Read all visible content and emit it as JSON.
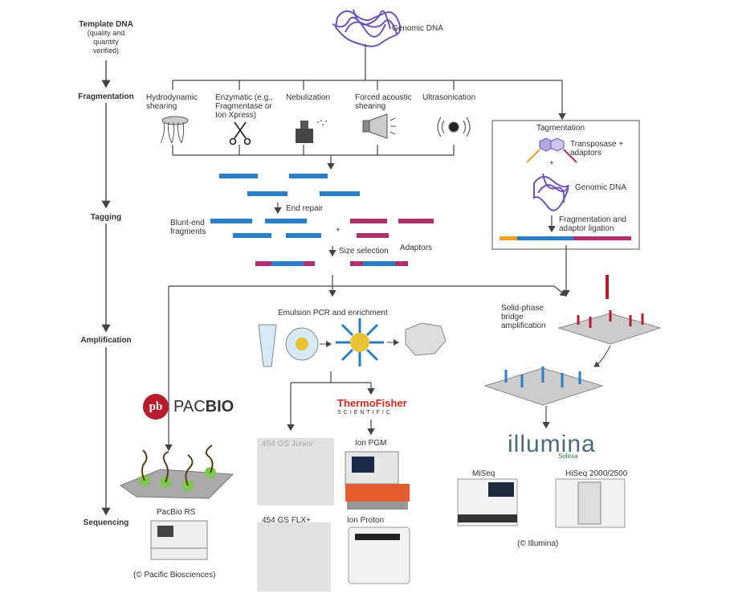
{
  "stages": {
    "template_title": "Template DNA",
    "template_sub": "(quality and quantity verified)",
    "fragmentation": "Fragmentation",
    "tagging": "Tagging",
    "amplification": "Amplification",
    "sequencing": "Sequencing"
  },
  "genomic_dna": "Genomic DNA",
  "fragmentation_methods": {
    "hydrodynamic": "Hydrodynamic shearing",
    "enzymatic": "Enzymatic (e.g., Fragmentase or Ion Xpress)",
    "nebulization": "Nebulization",
    "acoustic": "Forced acoustic shearing",
    "ultrasonication": "Ultrasonication"
  },
  "tagmentation": {
    "title": "Tagmentation",
    "transposase": "Transposase + adaptors",
    "plus": "+",
    "genomic_dna": "Genomic DNA",
    "fragmentation": "Fragmentation and adaptor ligation"
  },
  "tagging": {
    "end_repair": "End repair",
    "blunt_end": "Blunt-end fragments",
    "plus": "+",
    "adaptors": "Adaptors",
    "size_selection": "Size selection"
  },
  "amplification": {
    "emulsion": "Emulsion PCR and enrichment",
    "solid_phase": "Solid-phase bridge amplification"
  },
  "vendors": {
    "pacbio_initials": "pb",
    "pacbio_word_light": "PAC",
    "pacbio_word_bold": "BIO",
    "thermo": "ThermoFisher",
    "thermo_sub": "SCIENTIFIC",
    "illumina": "illumina",
    "solexa": "Solexa"
  },
  "instruments": {
    "gs_junior": "454 GS Junior",
    "gs_flx": "454 GS FLX+",
    "ion_pgm": "Ion PGM",
    "ion_proton": "Ion Proton",
    "pacbio_rs": "PacBio RS",
    "pacbio_credit": "(© Pacific Biosciences)",
    "miseq": "MiSeq",
    "hiseq": "HiSeq 2000/2500",
    "illumina_credit": "(© Illumina)"
  },
  "colors": {
    "blue_dna": "#2a7fc4",
    "pink_dna": "#b0306a",
    "purple_dna": "#6f52b3",
    "thermo_red": "#d52b1e",
    "pacbio_red": "#b71c2c",
    "illumina_orange": "#f2a024"
  }
}
